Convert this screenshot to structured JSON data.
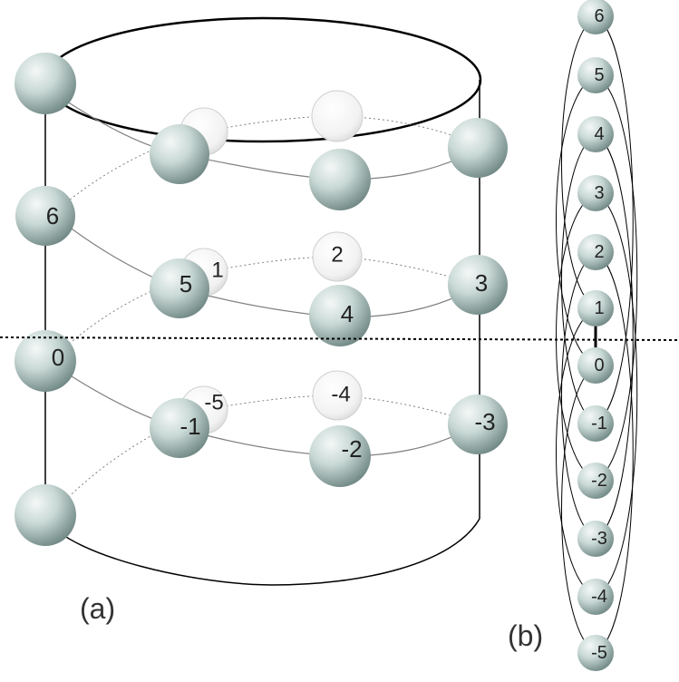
{
  "panel_a": {
    "caption": "(a)",
    "balls": [
      {
        "label": "6"
      },
      {
        "label": "5"
      },
      {
        "label": "4"
      },
      {
        "label": "3"
      },
      {
        "label": "2"
      },
      {
        "label": "1"
      },
      {
        "label": "0"
      },
      {
        "label": "-1"
      },
      {
        "label": "-2"
      },
      {
        "label": "-3"
      },
      {
        "label": "-4"
      },
      {
        "label": "-5"
      }
    ]
  },
  "panel_b": {
    "caption": "(b)",
    "balls": [
      {
        "label": "6"
      },
      {
        "label": "5"
      },
      {
        "label": "4"
      },
      {
        "label": "3"
      },
      {
        "label": "2"
      },
      {
        "label": "1"
      },
      {
        "label": "0"
      },
      {
        "label": "-1"
      },
      {
        "label": "-2"
      },
      {
        "label": "-3"
      },
      {
        "label": "-4"
      },
      {
        "label": "-5"
      }
    ]
  },
  "colors": {
    "ball_fill": "#c9d9d6",
    "ball_highlight": "#f4f8f7",
    "ball_shadow": "#6f8784",
    "back_ball_fill": "#f2f2f2",
    "line": "#000000",
    "spiral": "#808080"
  }
}
